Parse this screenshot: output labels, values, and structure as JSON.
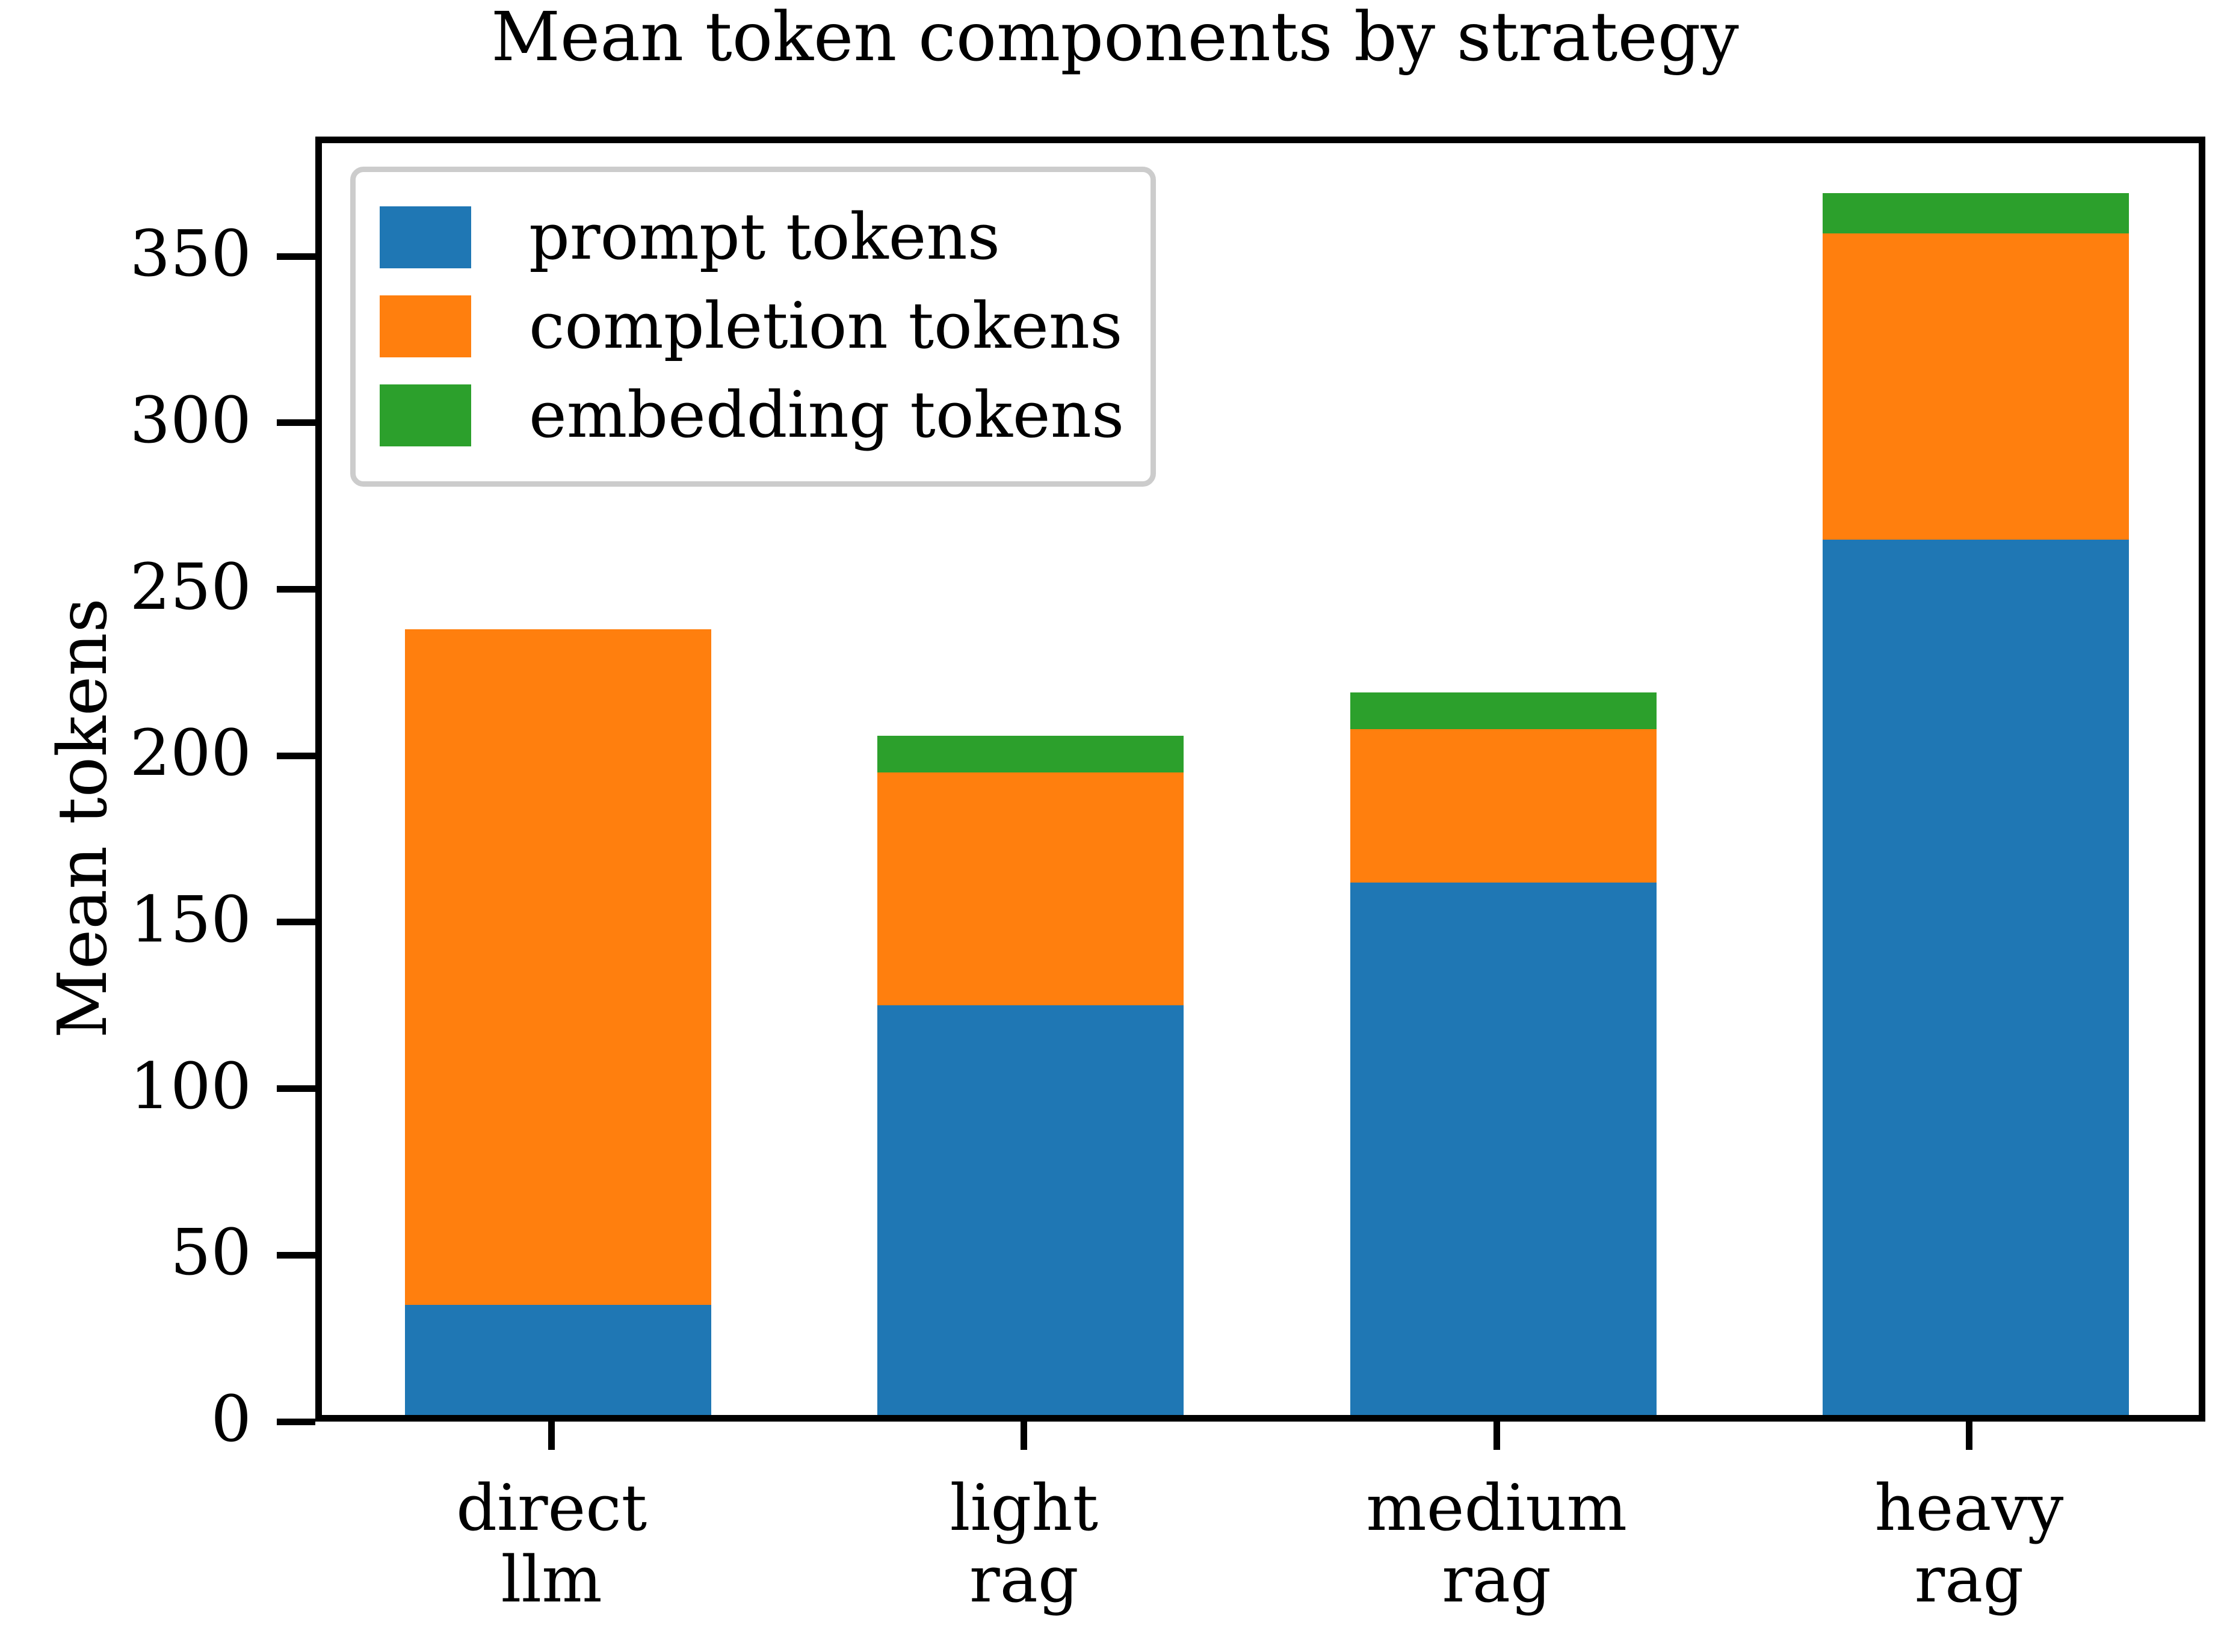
{
  "chart_data": {
    "type": "bar",
    "subtype": "stacked",
    "title": "Mean token components by strategy",
    "xlabel": "",
    "ylabel": "Mean tokens",
    "categories": [
      "direct\nllm",
      "light\nrag",
      "medium\nrag",
      "heavy\nrag"
    ],
    "category_lines": [
      [
        "direct",
        "llm"
      ],
      [
        "light",
        "rag"
      ],
      [
        "medium",
        "rag"
      ],
      [
        "heavy",
        "rag"
      ]
    ],
    "series": [
      {
        "name": "prompt tokens",
        "color": "#1f77b4",
        "values": [
          33,
          123,
          160,
          263
        ]
      },
      {
        "name": "completion tokens",
        "color": "#ff7f0e",
        "values": [
          203,
          70,
          46,
          92
        ]
      },
      {
        "name": "embedding tokens",
        "color": "#2ca02c",
        "values": [
          0,
          11,
          11,
          12
        ]
      }
    ],
    "totals": [
      236,
      204,
      217,
      367
    ],
    "ylim": [
      0,
      386
    ],
    "ytick_values": [
      0,
      50,
      100,
      150,
      200,
      250,
      300,
      350
    ],
    "ytick_labels": [
      "0",
      "50",
      "100",
      "150",
      "200",
      "250",
      "300",
      "350"
    ],
    "grid": false,
    "legend_position": "upper left",
    "legend_entries": [
      "prompt tokens",
      "completion tokens",
      "embedding tokens"
    ],
    "colors": {
      "prompt": "#1f77b4",
      "completion": "#ff7f0e",
      "embedding": "#2ca02c",
      "axis": "#000000",
      "background": "#ffffff",
      "legend_border": "#cccccc"
    }
  }
}
